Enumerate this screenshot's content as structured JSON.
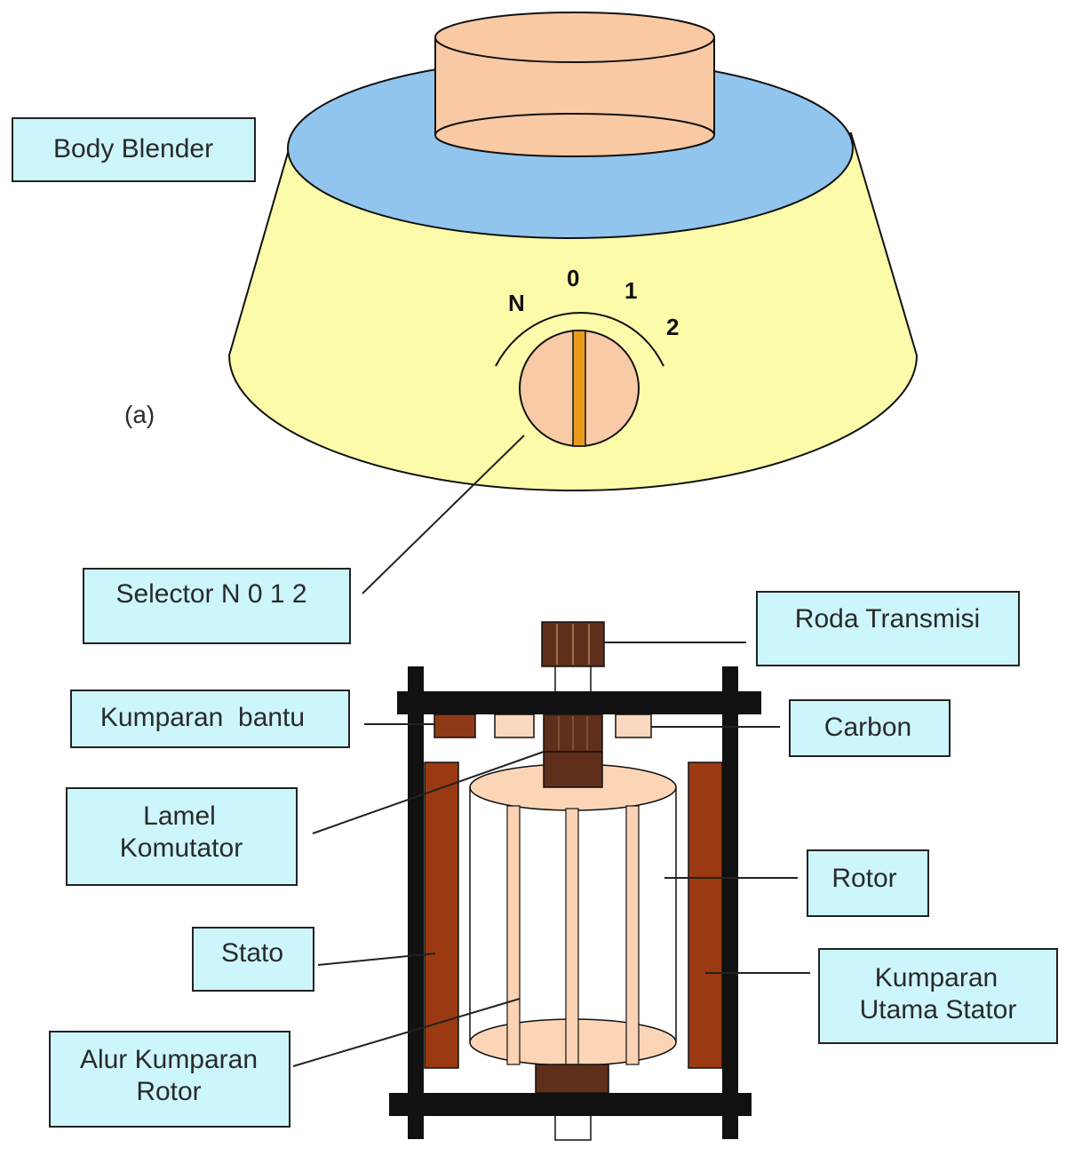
{
  "diagram": {
    "labels": {
      "body_blender": "Body Blender",
      "part_a": "(a)",
      "selector": "Selector N 0 1 2",
      "roda_transmisi": "Roda Transmisi",
      "kumparan_bantu": "Kumparan  bantu",
      "carbon": "Carbon",
      "lamel_line1": "Lamel",
      "lamel_line2": "Komutator",
      "rotor": "Rotor",
      "stato": "Stato",
      "kumparan_utama_line1": "Kumparan",
      "kumparan_utama_line2": "Utama Stator",
      "alur_line1": "Alur Kumparan",
      "alur_line2": "Rotor"
    },
    "dial_positions": [
      "N",
      "0",
      "1",
      "2"
    ],
    "colors": {
      "label_box_fill": "#ccf6fc",
      "blender_body": "#fbfbaa",
      "blender_top": "#91c5ed",
      "jar_base": "#f9c9a4",
      "knob": "#f9caa6",
      "knob_indicator": "#e99a1b",
      "frame": "#111111",
      "stator_coil": "#9b3a12",
      "aux_coil": "#8f3a16",
      "carbon_brush": "#fbd9c0",
      "shaft_wood": "#5e2f1a",
      "rotor_disc": "#fbd5b6",
      "rotor_bar": "#fbd3b4"
    }
  }
}
